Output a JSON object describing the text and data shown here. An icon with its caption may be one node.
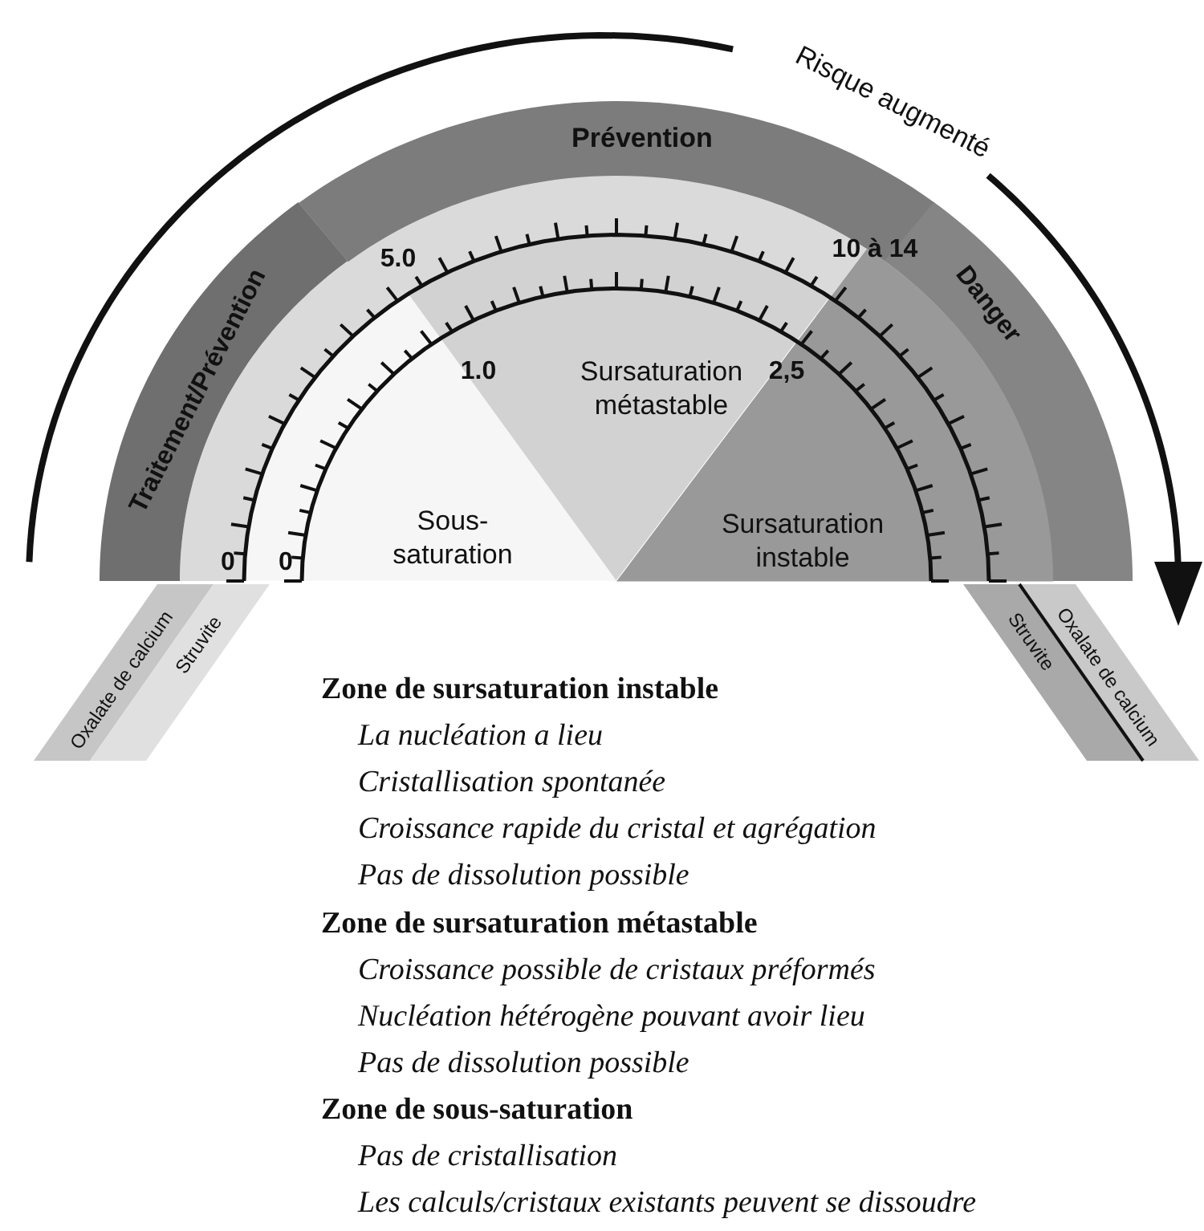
{
  "diagram": {
    "nodes": [
      {
        "text": [
          "Traitement/Prévention"
        ]
      },
      {
        "text": [
          "Prévention"
        ]
      },
      {
        "text": [
          "Danger"
        ]
      },
      {
        "text": [
          "Sursaturation métastable"
        ]
      },
      {
        "text": [
          "Sous-saturation"
        ]
      },
      {
        "text": [
          "Sursaturation instable"
        ]
      },
      {
        "text": [
          "Oxalate de calcium"
        ]
      },
      {
        "text": [
          "Struvite"
        ]
      },
      {
        "text": [
          "Struvite"
        ]
      },
      {
        "text": [
          "Oxalate de calcium"
        ]
      }
    ],
    "labels": [
      "Risque augmenté",
      "5.0",
      "10 à 14",
      "1.0",
      "2,5",
      "0",
      "0",
      "Zone de sursaturation instable",
      "La nucléation a lieu",
      "Cristallisation spontanée",
      "Croissance rapide du cristal et agrégation",
      "Pas de dissolution possible",
      "Zone de sursaturation métastable",
      "Croissance possible de cristaux préformés",
      "Nucléation hétérogène pouvant avoir lieu",
      "Pas de dissolution possible",
      "Zone de sous-saturation",
      "Pas de cristallisation",
      "Les calculs/cristaux existants peuvent se dissoudre"
    ]
  }
}
